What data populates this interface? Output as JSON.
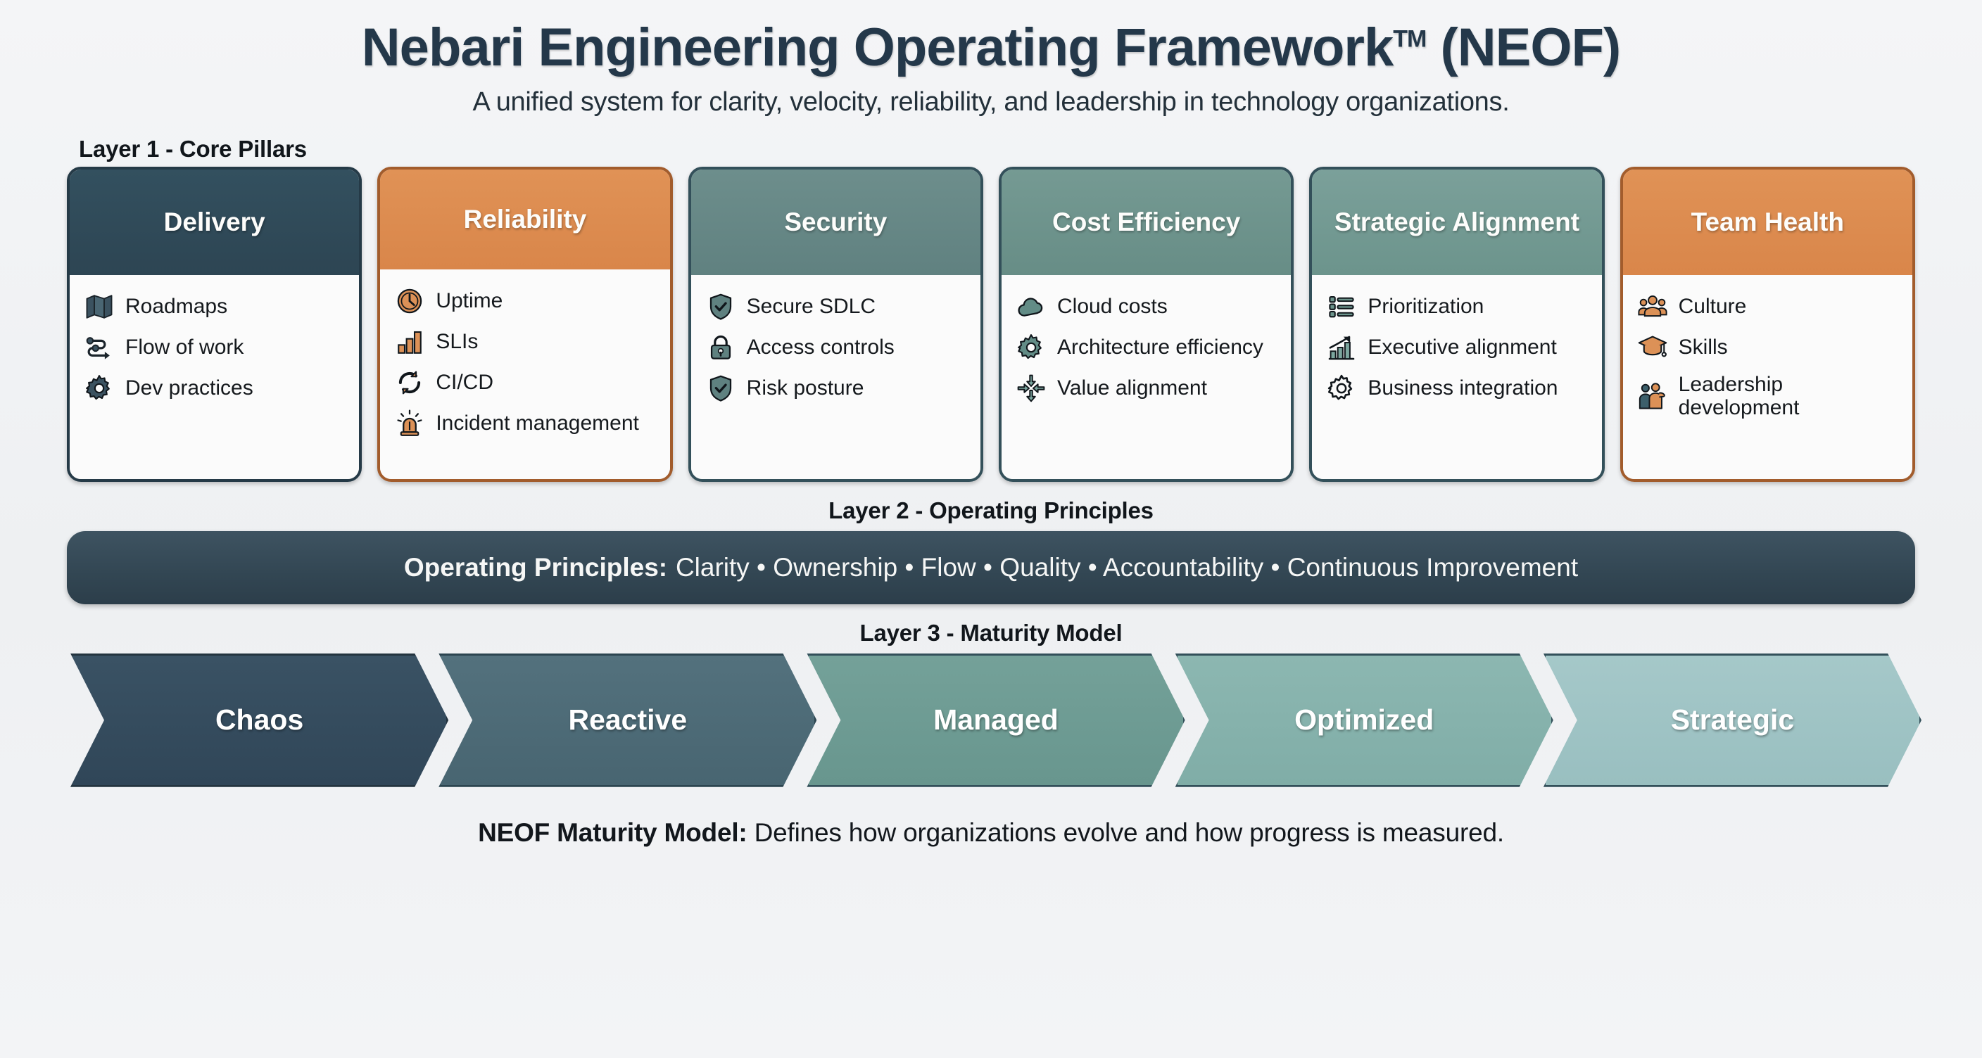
{
  "header": {
    "title_main": "Nebari Engineering Operating Framework",
    "title_tm": "TM",
    "title_abbrev": " (NEOF)",
    "subtitle": "A unified system for clarity, velocity, reliability, and leadership in technology organizations."
  },
  "layer1": {
    "label": "Layer 1 - Core Pillars",
    "pillars": [
      {
        "title": "Delivery",
        "header_color": "#2d4553",
        "border_color": "#253a47",
        "items": [
          {
            "label": "Roadmaps",
            "icon": "map-icon"
          },
          {
            "label": "Flow of work",
            "icon": "flow-of-work-icon"
          },
          {
            "label": "Dev practices",
            "icon": "gear-icon"
          }
        ]
      },
      {
        "title": "Reliability",
        "header_color": "#d9864a",
        "border_color": "#a25c2c",
        "items": [
          {
            "label": "Uptime",
            "icon": "clock-icon"
          },
          {
            "label": "SLIs",
            "icon": "bar-chart-icon"
          },
          {
            "label": "CI/CD",
            "icon": "refresh-cycle-icon"
          },
          {
            "label": "Incident management",
            "icon": "siren-icon"
          }
        ]
      },
      {
        "title": "Security",
        "header_color": "#648584",
        "border_color": "#33505a",
        "items": [
          {
            "label": "Secure SDLC",
            "icon": "shield-check-icon"
          },
          {
            "label": "Access controls",
            "icon": "lock-icon"
          },
          {
            "label": "Risk posture",
            "icon": "shield-check-icon"
          }
        ]
      },
      {
        "title": "Cost Efficiency",
        "header_color": "#6b9089",
        "border_color": "#33505a",
        "items": [
          {
            "label": "Cloud costs",
            "icon": "cloud-icon"
          },
          {
            "label": "Architecture efficiency",
            "icon": "gear-icon"
          },
          {
            "label": "Value alignment",
            "icon": "converging-arrows-icon"
          }
        ]
      },
      {
        "title": "Strategic Alignment",
        "header_color": "#70978f",
        "border_color": "#33505a",
        "items": [
          {
            "label": "Prioritization",
            "icon": "list-icon"
          },
          {
            "label": "Executive alignment",
            "icon": "growth-chart-icon"
          },
          {
            "label": "Business integration",
            "icon": "gear-icon"
          }
        ]
      },
      {
        "title": "Team Health",
        "header_color": "#d9864a",
        "border_color": "#a25c2c",
        "items": [
          {
            "label": "Culture",
            "icon": "people-group-icon"
          },
          {
            "label": "Skills",
            "icon": "graduation-cap-icon"
          },
          {
            "label": "Leadership development",
            "icon": "mentoring-icon"
          }
        ]
      }
    ]
  },
  "layer2": {
    "label": "Layer 2 - Operating Principles",
    "banner_prefix": "Operating Principles:",
    "banner_values": "Clarity • Ownership • Flow • Quality • Accountability • Continuous Improvement",
    "banner_color": "#334754"
  },
  "layer3": {
    "label": "Layer 3 - Maturity Model",
    "stages": [
      {
        "label": "Chaos",
        "color": "#33495a"
      },
      {
        "label": "Reactive",
        "color": "#4c6a76"
      },
      {
        "label": "Managed",
        "color": "#6d9a92"
      },
      {
        "label": "Optimized",
        "color": "#85b1ab"
      },
      {
        "label": "Strategic",
        "color": "#9ec3c4"
      }
    ]
  },
  "footer": {
    "prefix": "NEOF Maturity Model:",
    "text": "Defines how organizations evolve and how progress is measured."
  }
}
